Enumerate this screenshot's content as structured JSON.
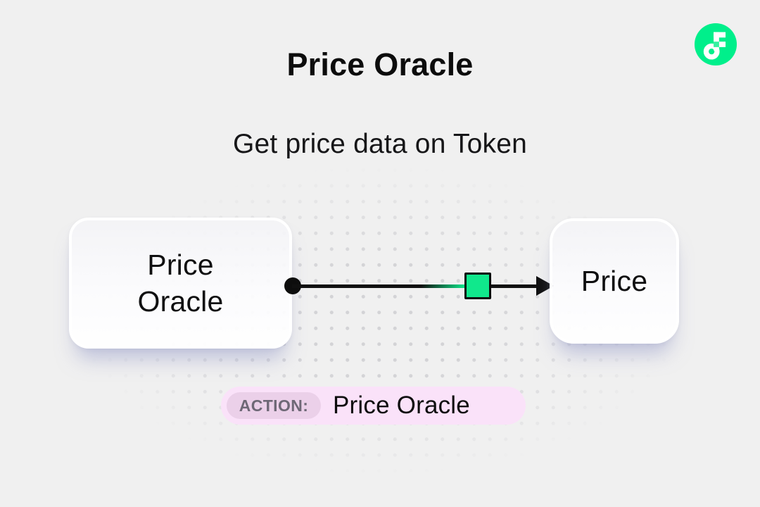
{
  "page": {
    "background_color": "#F0F0F0"
  },
  "header": {
    "title": "Price Oracle",
    "subtitle": "Get price data on Token"
  },
  "brand": {
    "logo": "flow-logo",
    "logo_color": "#00EF8B"
  },
  "flow_diagram": {
    "source_node": {
      "label": "Price Oracle",
      "lines": [
        "Price",
        "Oracle"
      ]
    },
    "target_node": {
      "label": "Price"
    },
    "connector": {
      "line_color": "#101010",
      "marker_color": "#10E88C"
    }
  },
  "action_badge": {
    "label": "ACTION:",
    "value": "Price Oracle",
    "badge_bg": "#FAE2F9",
    "label_bg": "#EBD0E9",
    "label_color": "#6E6876"
  }
}
